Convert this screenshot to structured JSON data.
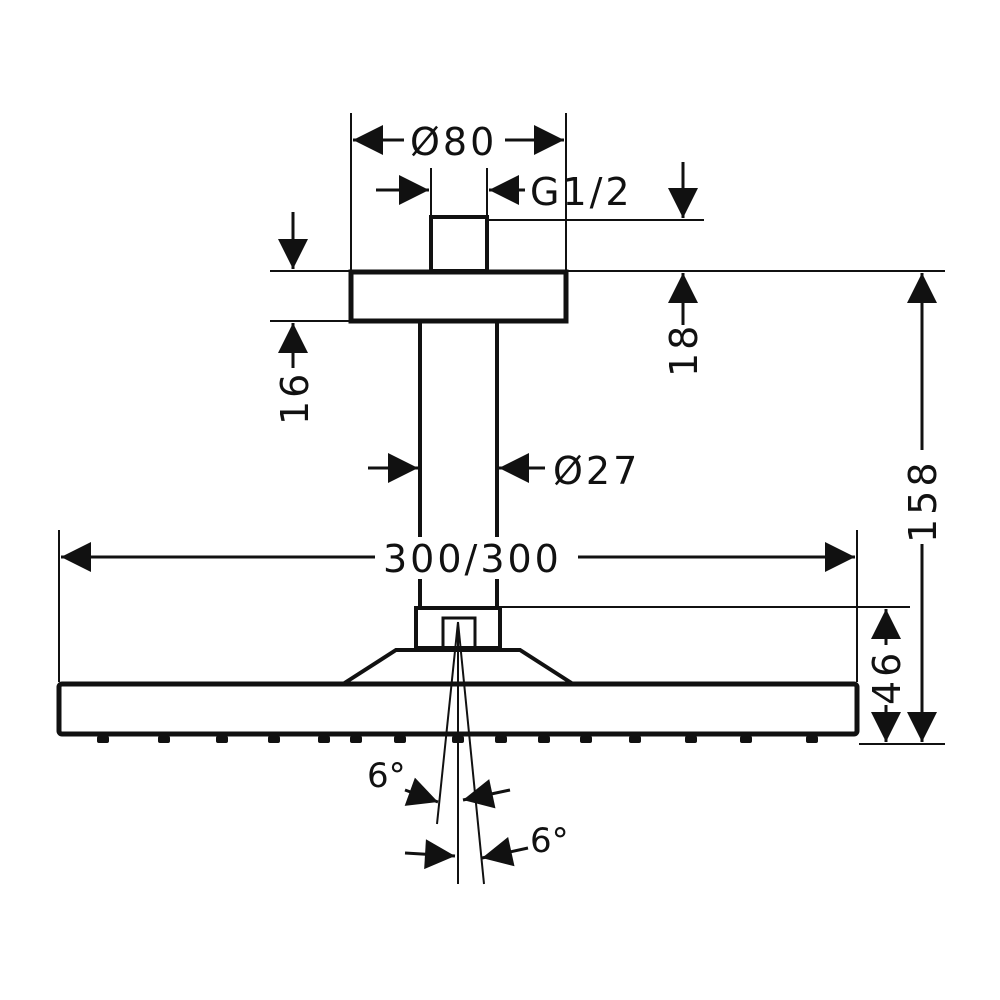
{
  "drawing": {
    "stroke_color": "#111111",
    "background_color": "#ffffff",
    "dimensions": {
      "mount_diameter": "Ø80",
      "thread": "G1/2",
      "mount_height": "18",
      "pipe_offset": "16",
      "pipe_diameter": "Ø27",
      "head_width": "300/300",
      "total_height": "158",
      "head_height": "46",
      "tilt_left": "6°",
      "tilt_right": "6°"
    }
  }
}
